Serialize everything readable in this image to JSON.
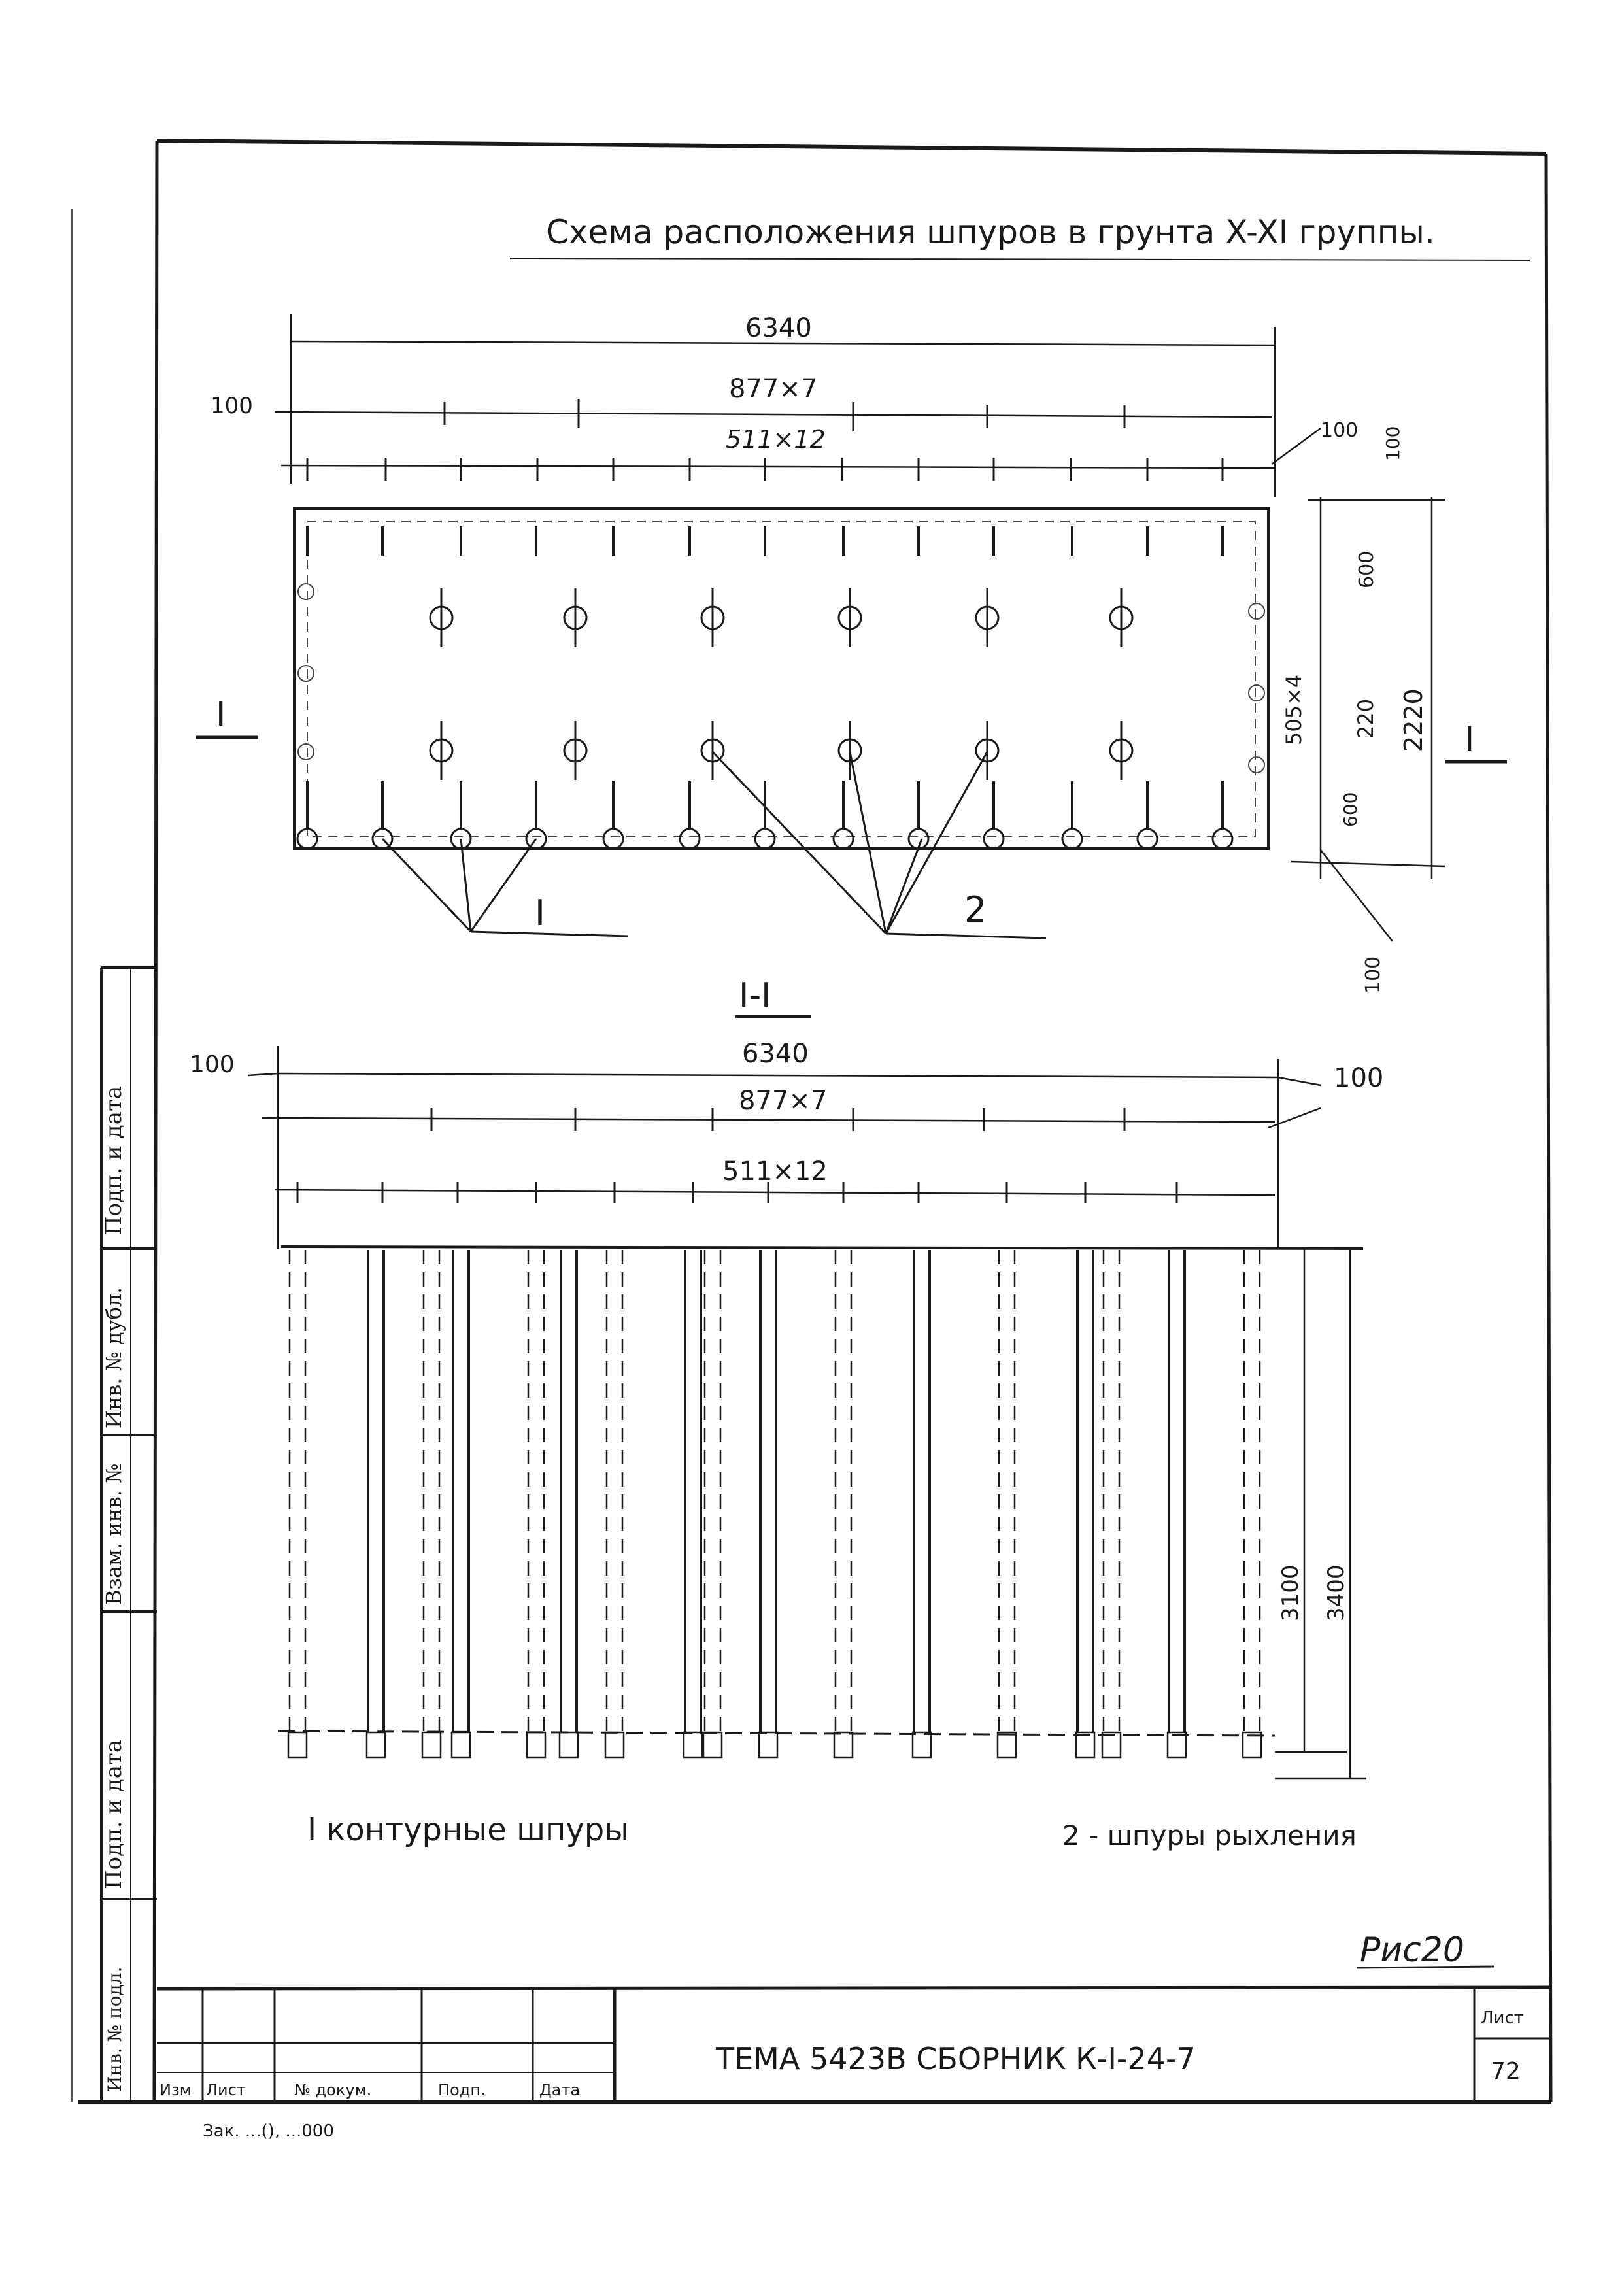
{
  "title": "Схема расположения шпуров в грунта X-XI группы.",
  "plan": {
    "dim_total": "6340",
    "dim_chain1": "877×7",
    "dim_chain2": "511×12",
    "dim_edge_left": "100",
    "dim_edge_right": "100",
    "dim_edge_top": "100",
    "dim_v_top": "600",
    "dim_v_mid": "505×4",
    "dim_v_220": "220",
    "dim_v_bot": "600",
    "dim_v_total": "2220",
    "dim_v_below": "100",
    "section_mark_left": "I",
    "section_mark_right": "I",
    "callout_1": "I",
    "callout_2": "2"
  },
  "section": {
    "title": "I-I",
    "dim_total": "6340",
    "dim_chain1": "877×7",
    "dim_chain2": "511×12",
    "dim_edge_left": "100",
    "dim_edge_right": "100",
    "dim_depth_inner": "3100",
    "dim_depth_outer": "3400"
  },
  "legend": {
    "item1": "I контурные шпуры",
    "item2": "2 - шпуры рыхления"
  },
  "figure_label": "Рис20",
  "side_stamp": {
    "cell1": "Подп. и дата",
    "cell2": "Инв. № дубл.",
    "cell3": "Взам. инв. №",
    "cell4": "Подп. и дата",
    "cell5": "Инв. № подл."
  },
  "title_block": {
    "col_headers": [
      "Изм",
      "Лист",
      "№ докум.",
      "Подп.",
      "Дата"
    ],
    "designation": "ТЕМА 5423В СБОРНИК К-I-24-7",
    "sheet_label": "Лист",
    "sheet_number": "72"
  },
  "footer_note": "Зак. ...(), ...000"
}
